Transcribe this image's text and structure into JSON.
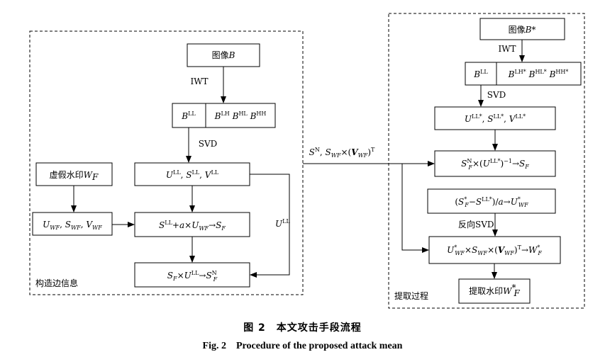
{
  "left_panel": {
    "label": "构造边信息",
    "image_box": "图像B",
    "iwt": "IWT",
    "bands_ll": "BLL",
    "bands_hi": "BLH BHL BHH",
    "svd": "SVD",
    "svd_out": "ULL, SLL, VLL",
    "fake_wm": "虚假水印WF",
    "wm_svd": "UWF, SWF, VWF",
    "embed": "SLL+a×UWF→SF",
    "combine": "SF×ULL→SFN",
    "u_side": "ULL"
  },
  "link_label": "SN, SWF×(VWF)T",
  "right_panel": {
    "label": "提取过程",
    "image_box": "图像B*",
    "iwt": "IWT",
    "bands_ll": "BLL",
    "bands_hi": "BLH* BHL* BHH*",
    "svd": "SVD",
    "svd_out": "ULL*, SLL*, VLL*",
    "recover_s": "SFN×(ULL*)−1→SF",
    "recover_u": "(SF*−SLL*)/a→UWF*",
    "inv_svd": "反向SVD",
    "reconstruct": "UWF*×SWF×(VWF)T→WF*",
    "extract": "提取水印WF*"
  },
  "caption": {
    "zh": "图 2　本文攻击手段流程",
    "en": "Fig. 2　Procedure of the proposed attack mean"
  }
}
